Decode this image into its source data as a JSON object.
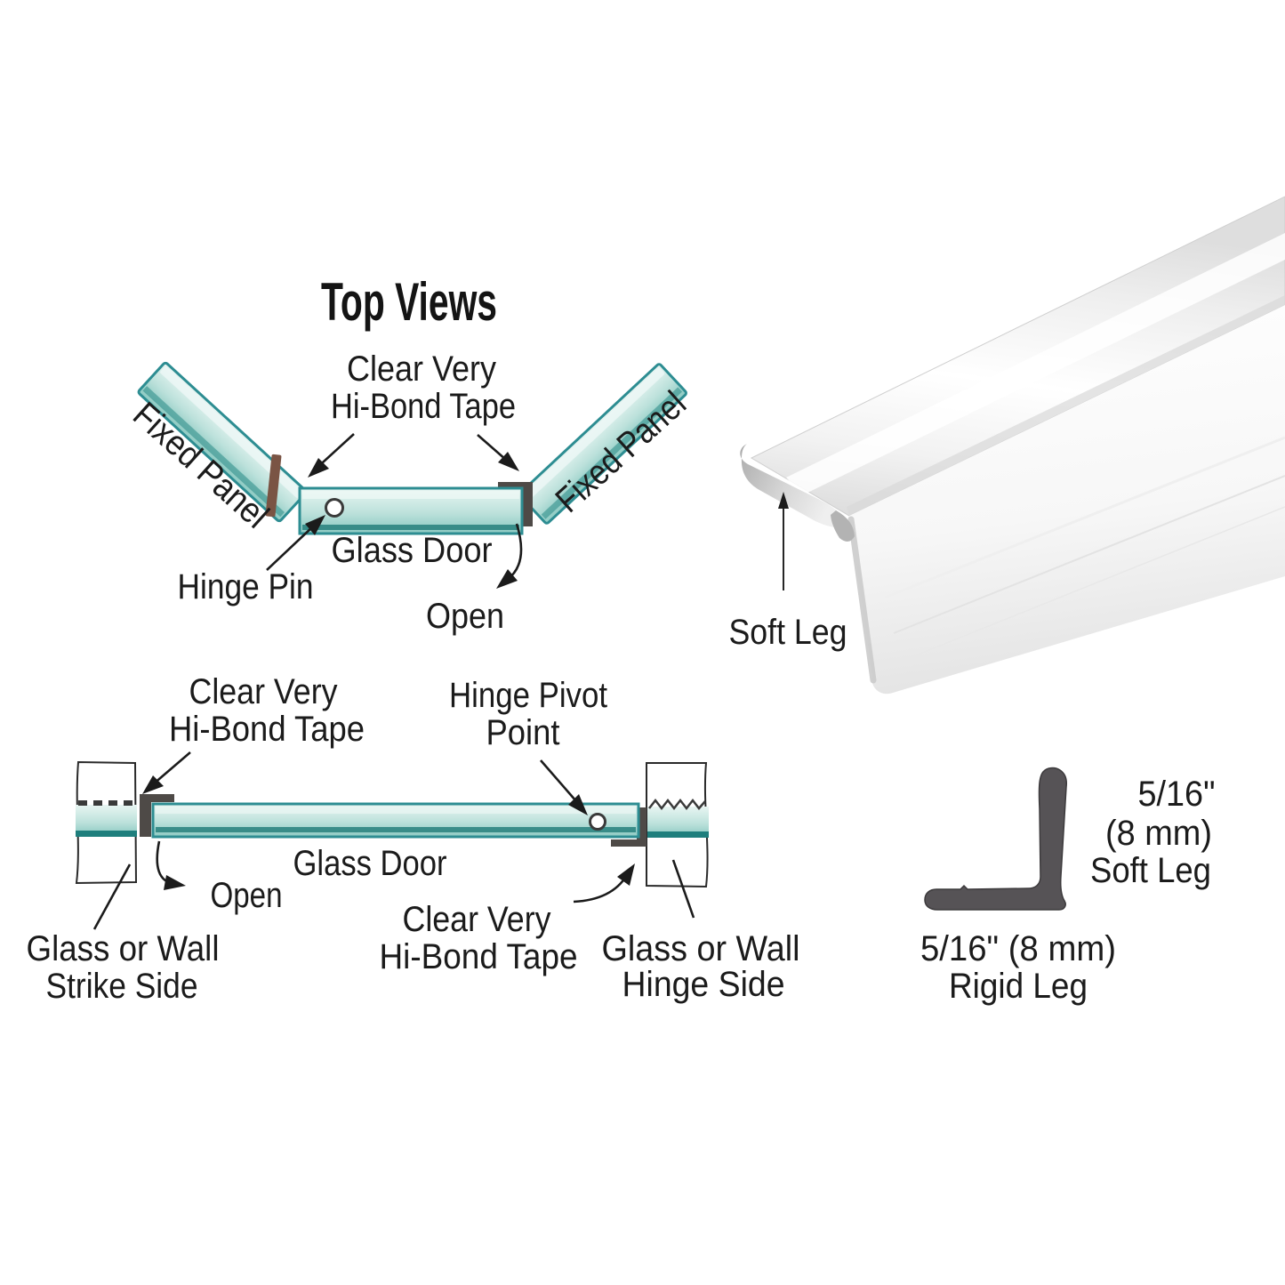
{
  "title": "Top Views",
  "top_view_hinged": {
    "tape_line1": "Clear Very",
    "tape_line2": "Hi-Bond Tape",
    "fixed_panel_left": "Fixed Panel",
    "fixed_panel_right": "Fixed Panel",
    "hinge_pin": "Hinge Pin",
    "glass_door": "Glass Door",
    "open": "Open"
  },
  "top_view_wall": {
    "tape_top_line1": "Clear Very",
    "tape_top_line2": "Hi-Bond Tape",
    "hinge_pivot_line1": "Hinge Pivot",
    "hinge_pivot_line2": "Point",
    "glass_door": "Glass Door",
    "open": "Open",
    "strike_line1": "Glass or Wall",
    "strike_line2": "Strike Side",
    "tape_bottom_line1": "Clear Very",
    "tape_bottom_line2": "Hi-Bond Tape",
    "hinge_line1": "Glass or Wall",
    "hinge_line2": "Hinge Side"
  },
  "product_photo": {
    "soft_leg": "Soft Leg"
  },
  "cross_section": {
    "soft_dim1": "5/16\"",
    "soft_dim2": "(8 mm)",
    "soft_dim3": "Soft Leg",
    "rigid_dim1": "5/16\" (8 mm)",
    "rigid_dim2": "Rigid Leg"
  },
  "colors": {
    "background": "#ffffff",
    "text": "#1b1b1b",
    "glass_teal_stroke": "#2d8d92",
    "glass_teal_fill": "#a9d8d2",
    "glass_bottom_band": "#27807d",
    "tape_brown": "#7a5444",
    "seal_gray": "#4e4a47",
    "section_gray": "#565356",
    "vinyl_gray_light": "#f2f2f2"
  }
}
